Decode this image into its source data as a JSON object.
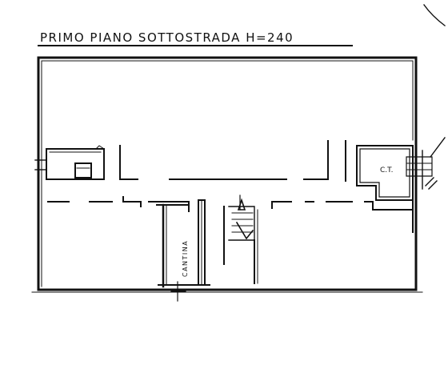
{
  "plan": {
    "title": "PRIMO PIANO SOTTOSTRADA H=240",
    "rooms": {
      "boiler_room": "C.T.",
      "cellar": "CANTINA"
    }
  }
}
